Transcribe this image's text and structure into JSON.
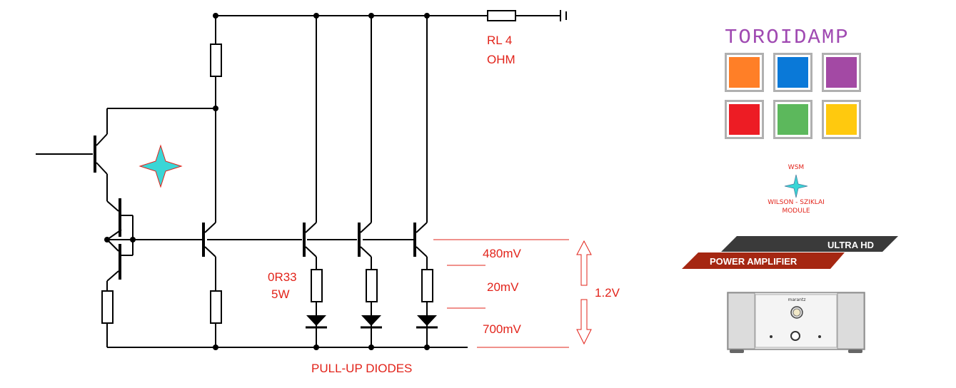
{
  "brand": {
    "title": "TOROIDAMP",
    "tile_colors": [
      "#ff7f27",
      "#0a79d8",
      "#a349a4",
      "#ed1c24",
      "#5cb85c",
      "#ffc90e"
    ]
  },
  "module": {
    "abbr": "WSM",
    "name_line1": "WILSON - SZIKLAI",
    "name_line2": "MODULE"
  },
  "badges": {
    "ultra_hd": "ULTRA HD",
    "power_amplifier": "POWER AMPLIFIER"
  },
  "schematic": {
    "load_label_line1": "RL 4",
    "load_label_line2": "OHM",
    "emitter_resistor_line1": "0R33",
    "emitter_resistor_line2": "5W",
    "voltage_top": "480mV",
    "voltage_mid": "20mV",
    "voltage_bottom": "700mV",
    "voltage_total": "1.2V",
    "caption": "PULL-UP DIODES"
  },
  "amplifier": {
    "brand_plate": "marantz"
  },
  "colors": {
    "label_red": "#e2231a",
    "star_cyan": "#3ad6d6",
    "badge_dark": "#3a3a3a",
    "badge_red": "#a52712"
  }
}
